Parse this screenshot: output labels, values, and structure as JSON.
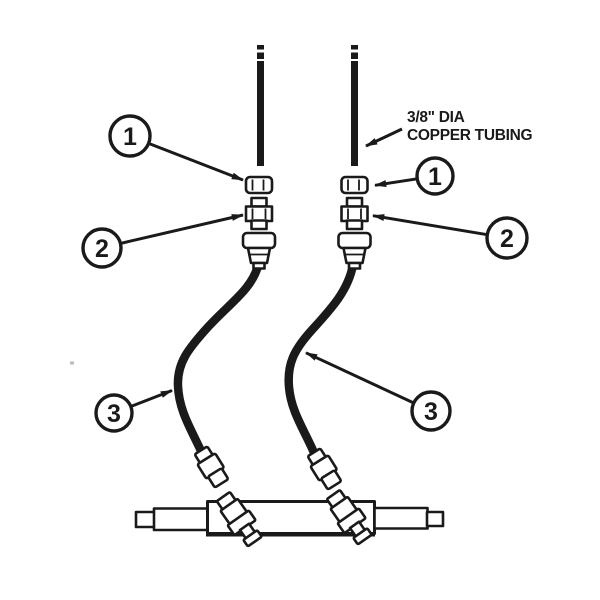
{
  "diagram": {
    "annotation": {
      "line1": "3/8\" DIA",
      "line2": "COPPER TUBING"
    },
    "callouts": {
      "item1": "1",
      "item2": "2",
      "item3": "3"
    },
    "colors": {
      "ink": "#1a1a1a",
      "paper": "#ffffff"
    }
  }
}
